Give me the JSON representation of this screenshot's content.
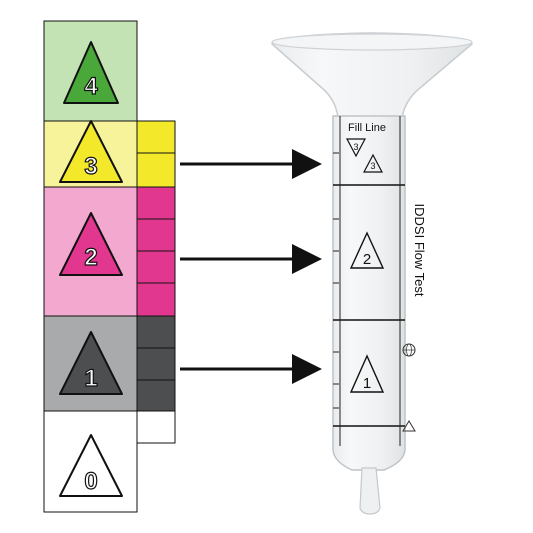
{
  "levels": [
    {
      "label": "4",
      "color": "#c4e3b4",
      "triangle_color": "#4aa83a"
    },
    {
      "label": "3",
      "color": "#f6f39a",
      "triangle_color": "#f3e92a"
    },
    {
      "label": "2",
      "color": "#f3a9cf",
      "triangle_color": "#e2378f"
    },
    {
      "label": "1",
      "color": "#a9aaab",
      "triangle_color": "#4d4e50"
    },
    {
      "label": "0",
      "color": "#ffffff",
      "triangle_color": "#ffffff"
    }
  ],
  "scale_colors": {
    "yellow": "#f3e92a",
    "magenta": "#e2378f",
    "dark": "#4d4e50",
    "empty": "#ffffff"
  },
  "syringe": {
    "fill_line_label": "Fill Line",
    "product_label": "IDDSI Flow Test",
    "fill_line_badges": [
      "3",
      "3"
    ],
    "zone_labels": [
      "2",
      "1"
    ]
  }
}
